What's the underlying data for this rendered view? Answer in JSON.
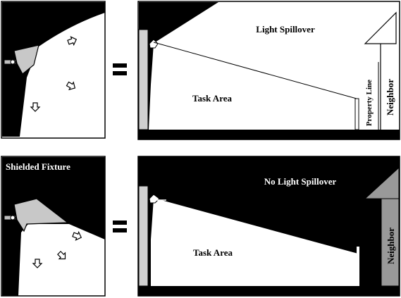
{
  "top_row": {
    "equals_symbol": "=",
    "scene": {
      "title": "Light Spillover",
      "task_area": "Task Area",
      "property_line": "Property Line",
      "neighbor": "Neighbor"
    }
  },
  "bottom_row": {
    "panel_title": "Shielded Fixture",
    "equals_symbol": "=",
    "scene": {
      "title": "No Light Spillover",
      "task_area": "Task Area",
      "neighbor": "Neighbor"
    }
  },
  "icons": [
    "light-fixture-icon",
    "arrow-icon",
    "equals-icon",
    "house-icon"
  ],
  "colors": {
    "background": "#000000",
    "light": "#ffffff",
    "fixture": "#c0c0c0",
    "wall": "#d0d0d0",
    "neighbor_bottom": "#999999"
  }
}
